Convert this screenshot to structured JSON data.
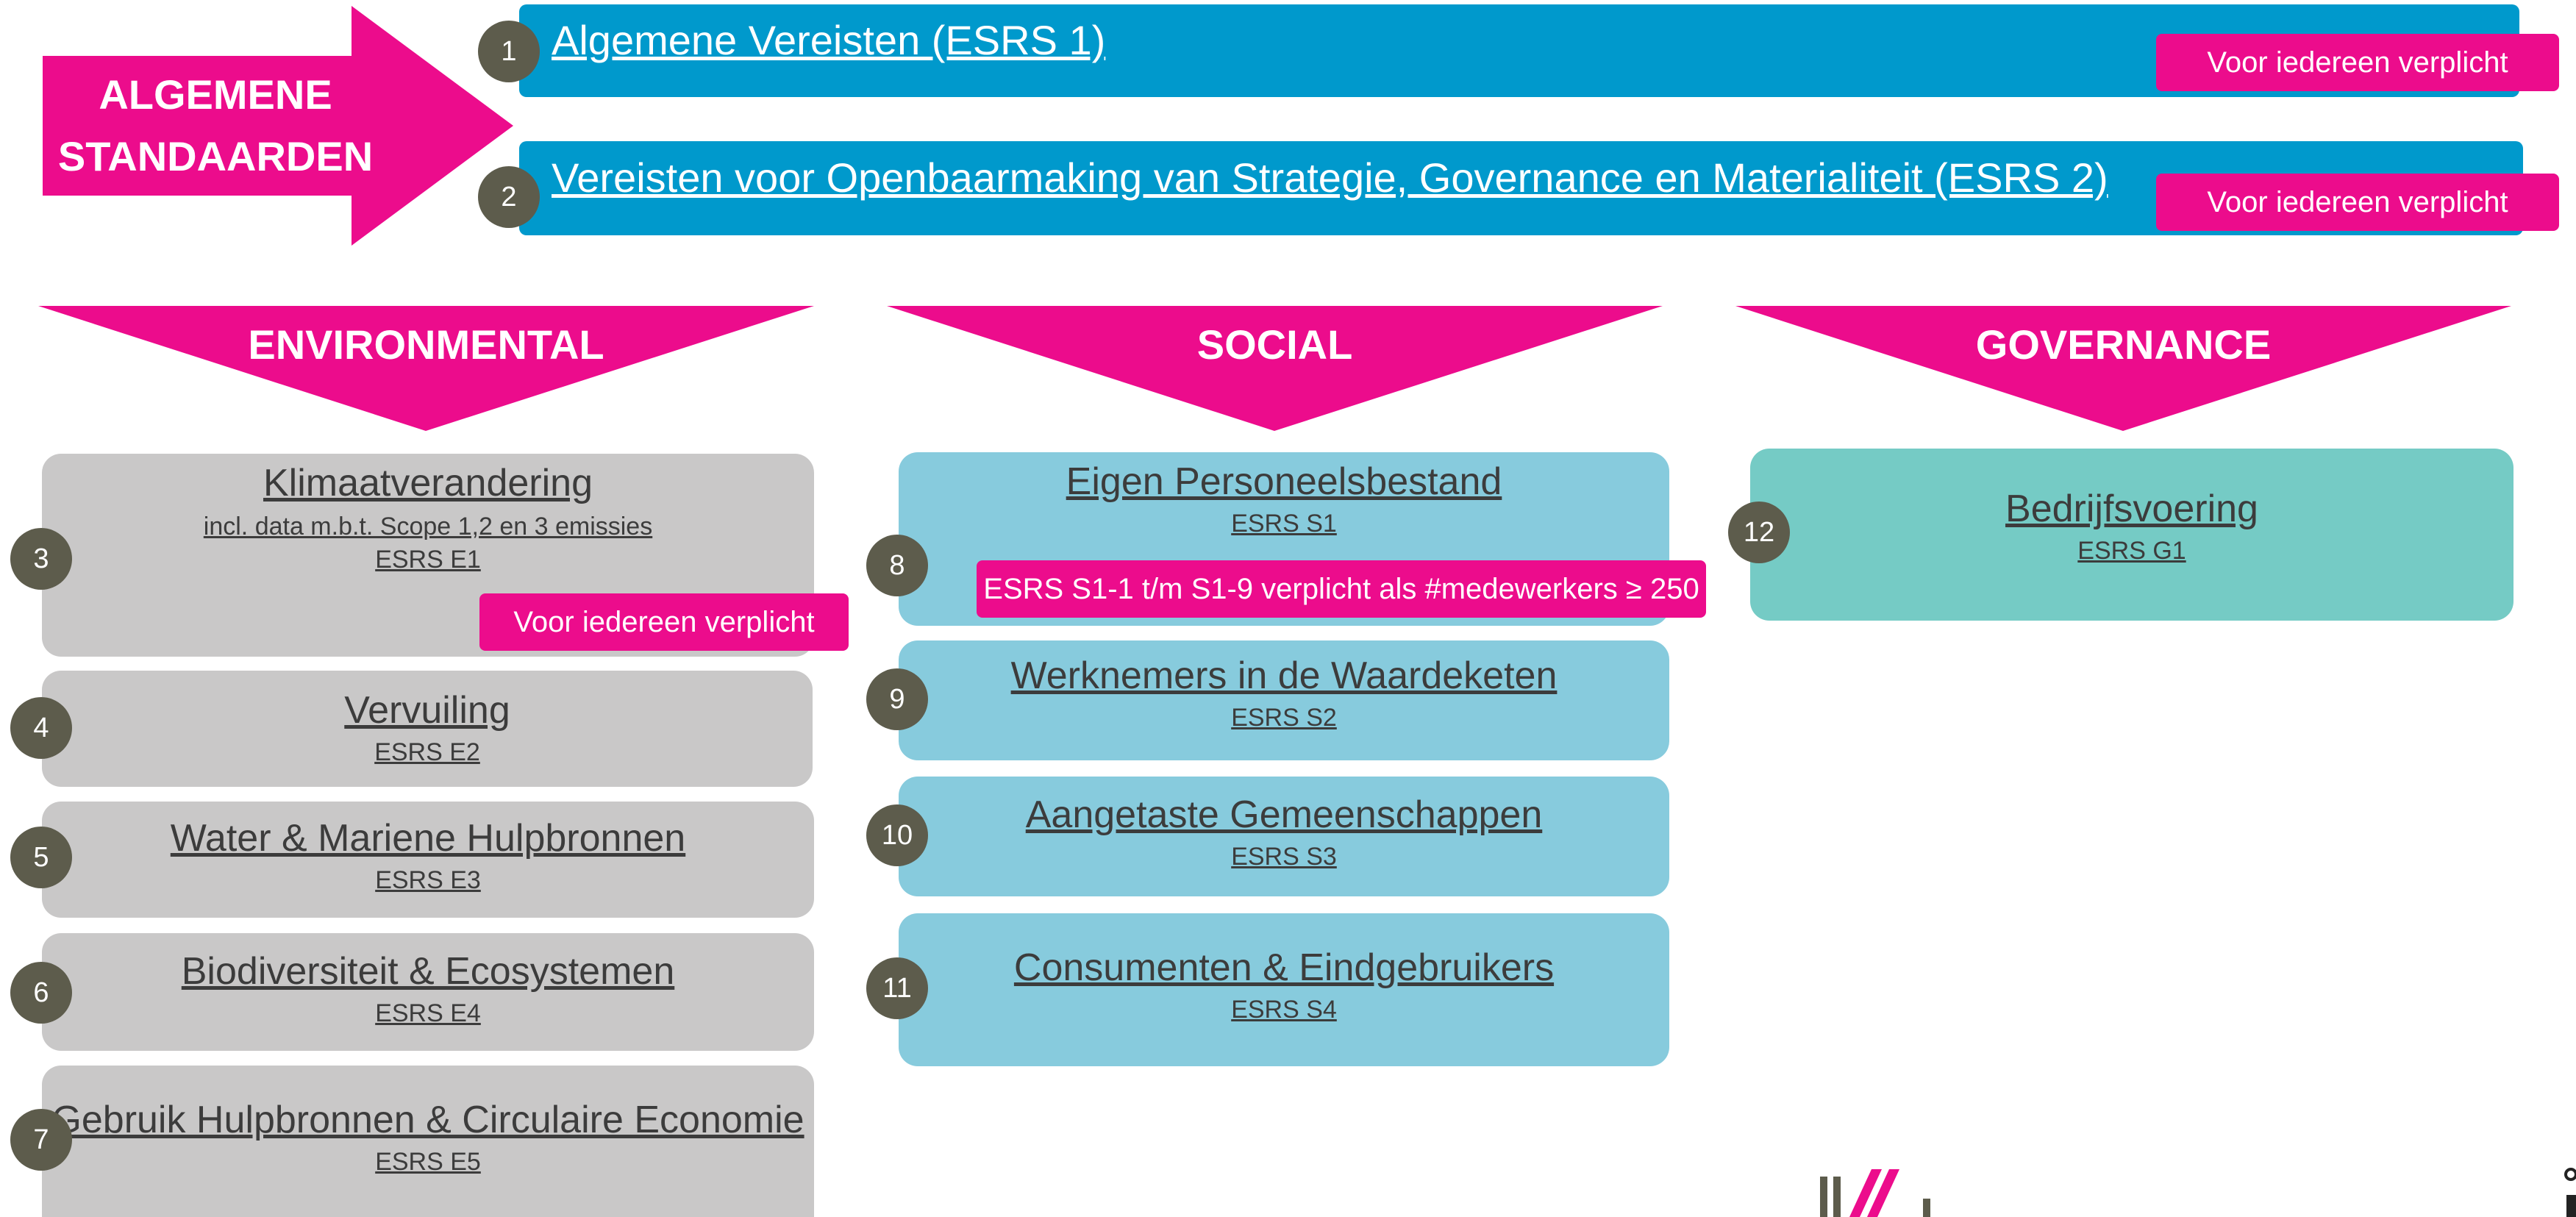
{
  "colors": {
    "magenta": "#ec0c8c",
    "blue": "#0099cc",
    "environmental_card": "#c9c8c8",
    "social_card": "#87cbdd",
    "governance_card": "#75cbc5",
    "number_circle": "#5d5c4c"
  },
  "general": {
    "arrow_label": "ALGEMENE\nSTANDAARDEN",
    "items": [
      {
        "number": "1",
        "title": "Algemene Vereisten (ESRS 1)",
        "badge": "Voor iedereen verplicht"
      },
      {
        "number": "2",
        "title": "Vereisten voor Openbaarmaking van Strategie, Governance en Materialiteit (ESRS 2)",
        "badge": "Voor iedereen verplicht"
      }
    ]
  },
  "categories": {
    "environmental": "ENVIRONMENTAL",
    "social": "SOCIAL",
    "governance": "GOVERNANCE"
  },
  "environmental": [
    {
      "number": "3",
      "title": "Klimaatverandering",
      "subtitle": "incl. data m.b.t. Scope 1,2 en 3 emissies",
      "code": "ESRS E1",
      "badge": "Voor iedereen verplicht"
    },
    {
      "number": "4",
      "title": "Vervuiling",
      "code": "ESRS E2"
    },
    {
      "number": "5",
      "title": "Water & Mariene Hulpbronnen",
      "code": "ESRS E3"
    },
    {
      "number": "6",
      "title": "Biodiversiteit & Ecosystemen",
      "code": "ESRS E4"
    },
    {
      "number": "7",
      "title": "Gebruik Hulpbronnen & Circulaire Economie",
      "code": "ESRS E5"
    }
  ],
  "social": [
    {
      "number": "8",
      "title": "Eigen Personeelsbestand",
      "code": "ESRS S1",
      "badge": "ESRS S1-1 t/m S1-9 verplicht als #medewerkers ≥ 250"
    },
    {
      "number": "9",
      "title": "Werknemers in de Waardeketen",
      "code": "ESRS S2"
    },
    {
      "number": "10",
      "title": "Aangetaste Gemeenschappen",
      "code": "ESRS S3"
    },
    {
      "number": "11",
      "title": "Consumenten & Eindgebruikers",
      "code": "ESRS S4"
    }
  ],
  "governance": [
    {
      "number": "12",
      "title": "Bedrijfsvoering",
      "code": "ESRS G1"
    }
  ]
}
